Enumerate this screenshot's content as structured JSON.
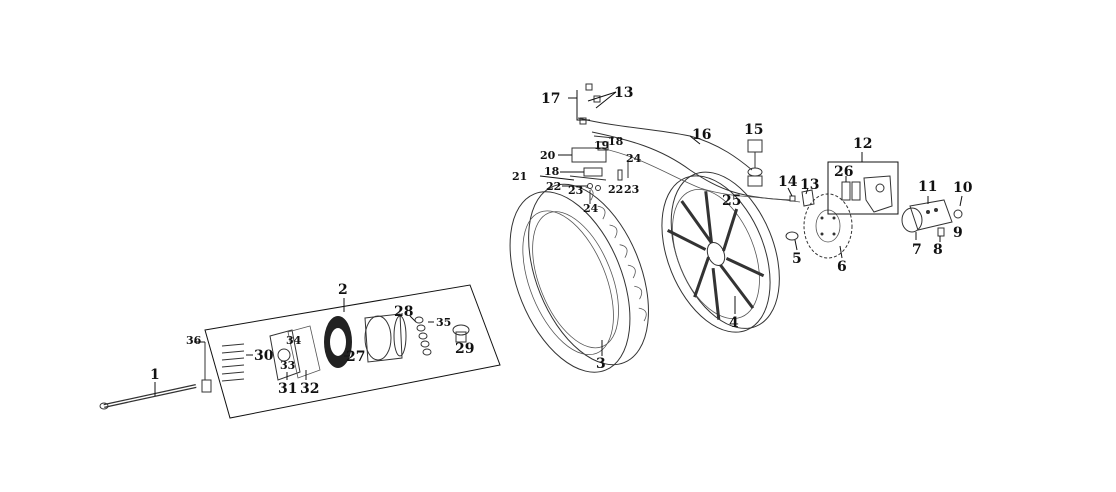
{
  "diagram": {
    "labels": {
      "l1": "1",
      "l2": "2",
      "l3": "3",
      "l4": "4",
      "l5": "5",
      "l6": "6",
      "l7": "7",
      "l8": "8",
      "l9": "9",
      "l10": "10",
      "l11": "11",
      "l12": "12",
      "l13a": "13",
      "l13b": "13",
      "l14": "14",
      "l15": "15",
      "l16": "16",
      "l17": "17",
      "l18a": "18",
      "l18b": "18",
      "l19": "19",
      "l20": "20",
      "l21": "21",
      "l22a": "22",
      "l22b": "22",
      "l23a": "23",
      "l23b": "23",
      "l24a": "24",
      "l24b": "24",
      "l25": "25",
      "l26": "26",
      "l27": "27",
      "l28": "28",
      "l29": "29",
      "l30": "30",
      "l31": "31",
      "l32": "32",
      "l33": "33",
      "l34": "34",
      "l35": "35",
      "l36": "36"
    }
  }
}
